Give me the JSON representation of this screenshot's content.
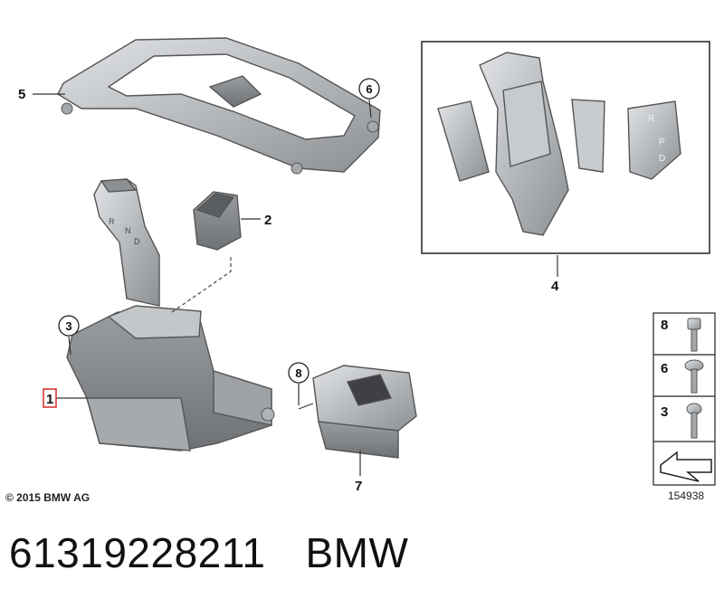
{
  "callouts": {
    "p1": "1",
    "p2": "2",
    "p3": "3",
    "p4": "4",
    "p5": "5",
    "p6": "6",
    "p7": "7",
    "p8": "8"
  },
  "fastener_legend": {
    "items": [
      "8",
      "6",
      "3"
    ]
  },
  "copyright": "© 2015 BMW AG",
  "reference_number": "154938",
  "caption": {
    "part_number": "61319228211",
    "brand": "BMW"
  },
  "colors": {
    "part_fill": "#b9bcbf",
    "part_dark": "#8a8d90",
    "part_light": "#d9dbdd",
    "highlight_box": "#d62828"
  }
}
